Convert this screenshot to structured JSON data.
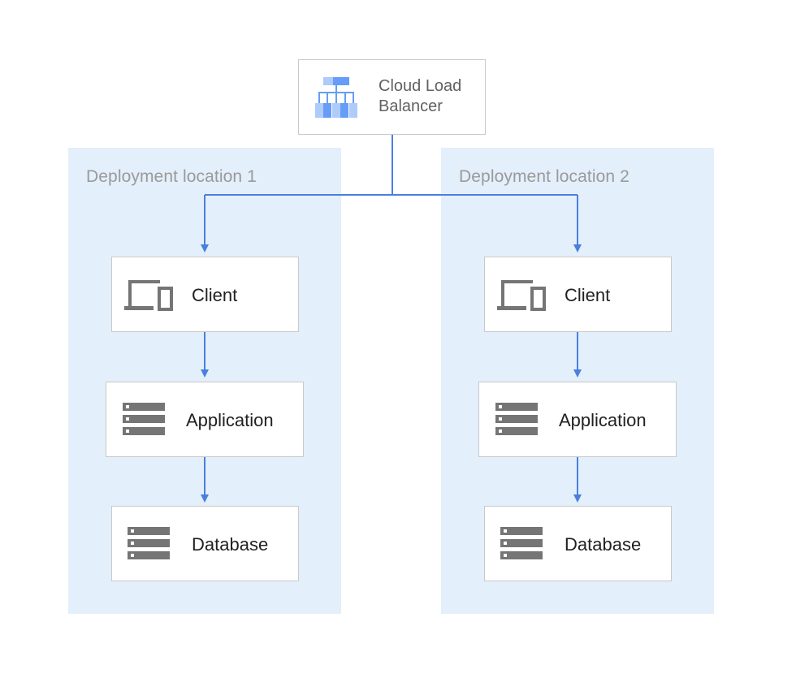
{
  "load_balancer": {
    "label_line1": "Cloud Load",
    "label_line2": "Balancer",
    "icon": "load-balancer-icon"
  },
  "locations": [
    {
      "label": "Deployment location 1",
      "nodes": [
        {
          "label": "Client",
          "icon": "devices-icon"
        },
        {
          "label": "Application",
          "icon": "server-stack-icon"
        },
        {
          "label": "Database",
          "icon": "database-icon"
        }
      ]
    },
    {
      "label": "Deployment location 2",
      "nodes": [
        {
          "label": "Client",
          "icon": "devices-icon"
        },
        {
          "label": "Application",
          "icon": "server-stack-icon"
        },
        {
          "label": "Database",
          "icon": "database-icon"
        }
      ]
    }
  ],
  "colors": {
    "zone_fill": "#e3effa",
    "arrow": "#4a7fe0",
    "icon_gray": "#757575",
    "lb_icon_light": "#aecbfa",
    "lb_icon_dark": "#669df6"
  }
}
